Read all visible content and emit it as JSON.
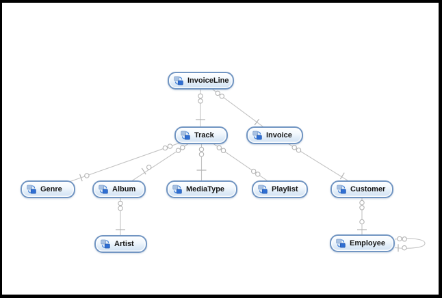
{
  "diagram": {
    "kind": "entity-relationship-diagram",
    "background_color": "#ffffff",
    "frame_color": "#000000",
    "node_border_color": "#7195c2",
    "node_fill_top": "#fdfeff",
    "node_fill_bottom": "#d2e2f2",
    "connector_color": "#c3c3c3",
    "entity_icon": "table-entity-icon"
  },
  "entities": [
    {
      "label": "InvoiceLine"
    },
    {
      "label": "Track"
    },
    {
      "label": "Invoice"
    },
    {
      "label": "Genre"
    },
    {
      "label": "Album"
    },
    {
      "label": "MediaType"
    },
    {
      "label": "Playlist"
    },
    {
      "label": "Customer"
    },
    {
      "label": "Artist"
    },
    {
      "label": "Employee"
    }
  ],
  "relationships": [
    {
      "from": "Track",
      "to": "InvoiceLine",
      "from_end": "one",
      "to_end": "many"
    },
    {
      "from": "Invoice",
      "to": "InvoiceLine",
      "from_end": "one",
      "to_end": "many"
    },
    {
      "from": "Genre",
      "to": "Track",
      "from_end": "zero-or-one",
      "to_end": "many"
    },
    {
      "from": "Album",
      "to": "Track",
      "from_end": "zero-or-one",
      "to_end": "many"
    },
    {
      "from": "MediaType",
      "to": "Track",
      "from_end": "one",
      "to_end": "many"
    },
    {
      "from": "Playlist",
      "to": "Track",
      "from_end": "many",
      "to_end": "many"
    },
    {
      "from": "Customer",
      "to": "Invoice",
      "from_end": "one",
      "to_end": "many"
    },
    {
      "from": "Artist",
      "to": "Album",
      "from_end": "one",
      "to_end": "many"
    },
    {
      "from": "Employee",
      "to": "Customer",
      "from_end": "zero-or-one",
      "to_end": "many"
    },
    {
      "from": "Employee",
      "to": "Employee",
      "from_end": "zero-or-one",
      "to_end": "many",
      "note": "self-reference"
    }
  ]
}
